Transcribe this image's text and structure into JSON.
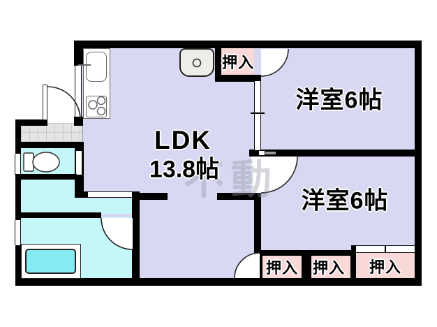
{
  "floorplan": {
    "ldk": {
      "name": "LDK",
      "size": "13.8帖"
    },
    "bedroom_top": {
      "label": "洋室6帖"
    },
    "bedroom_bottom": {
      "label": "洋室6帖"
    },
    "closet_top": {
      "label": "押入"
    },
    "closet_bottom_1": {
      "label": "押入"
    },
    "closet_bottom_2": {
      "label": "押入"
    },
    "closet_bottom_3": {
      "label": "押入"
    },
    "watermark": "不動",
    "colors": {
      "room_fill": "#d8d8f2",
      "wet_area_fill": "#c5f6f8",
      "bathtub_fill": "#86eaf2",
      "closet_fill": "#f9d8d8",
      "entrance_tile_fill": "#e4e4e4",
      "wall": "#000000"
    }
  }
}
